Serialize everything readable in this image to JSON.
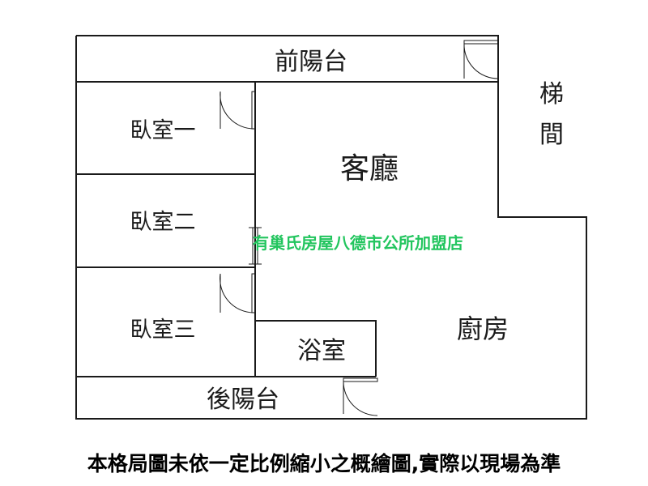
{
  "rooms": {
    "front_balcony": "前陽台",
    "bedroom_1": "臥室一",
    "bedroom_2": "臥室二",
    "bedroom_3": "臥室三",
    "living_room": "客廳",
    "kitchen": "廚房",
    "bathroom": "浴室",
    "back_balcony": "後陽台",
    "stairs_char_1": "梯",
    "stairs_char_2": "間"
  },
  "watermark": "有巢氏房屋八德市公所加盟店",
  "disclaimer": "本格局圖未依一定比例縮小之概繪圖,實際以現場為準",
  "colors": {
    "walls": "#1a1a1a",
    "watermark": "#22c55e",
    "background": "#ffffff"
  }
}
